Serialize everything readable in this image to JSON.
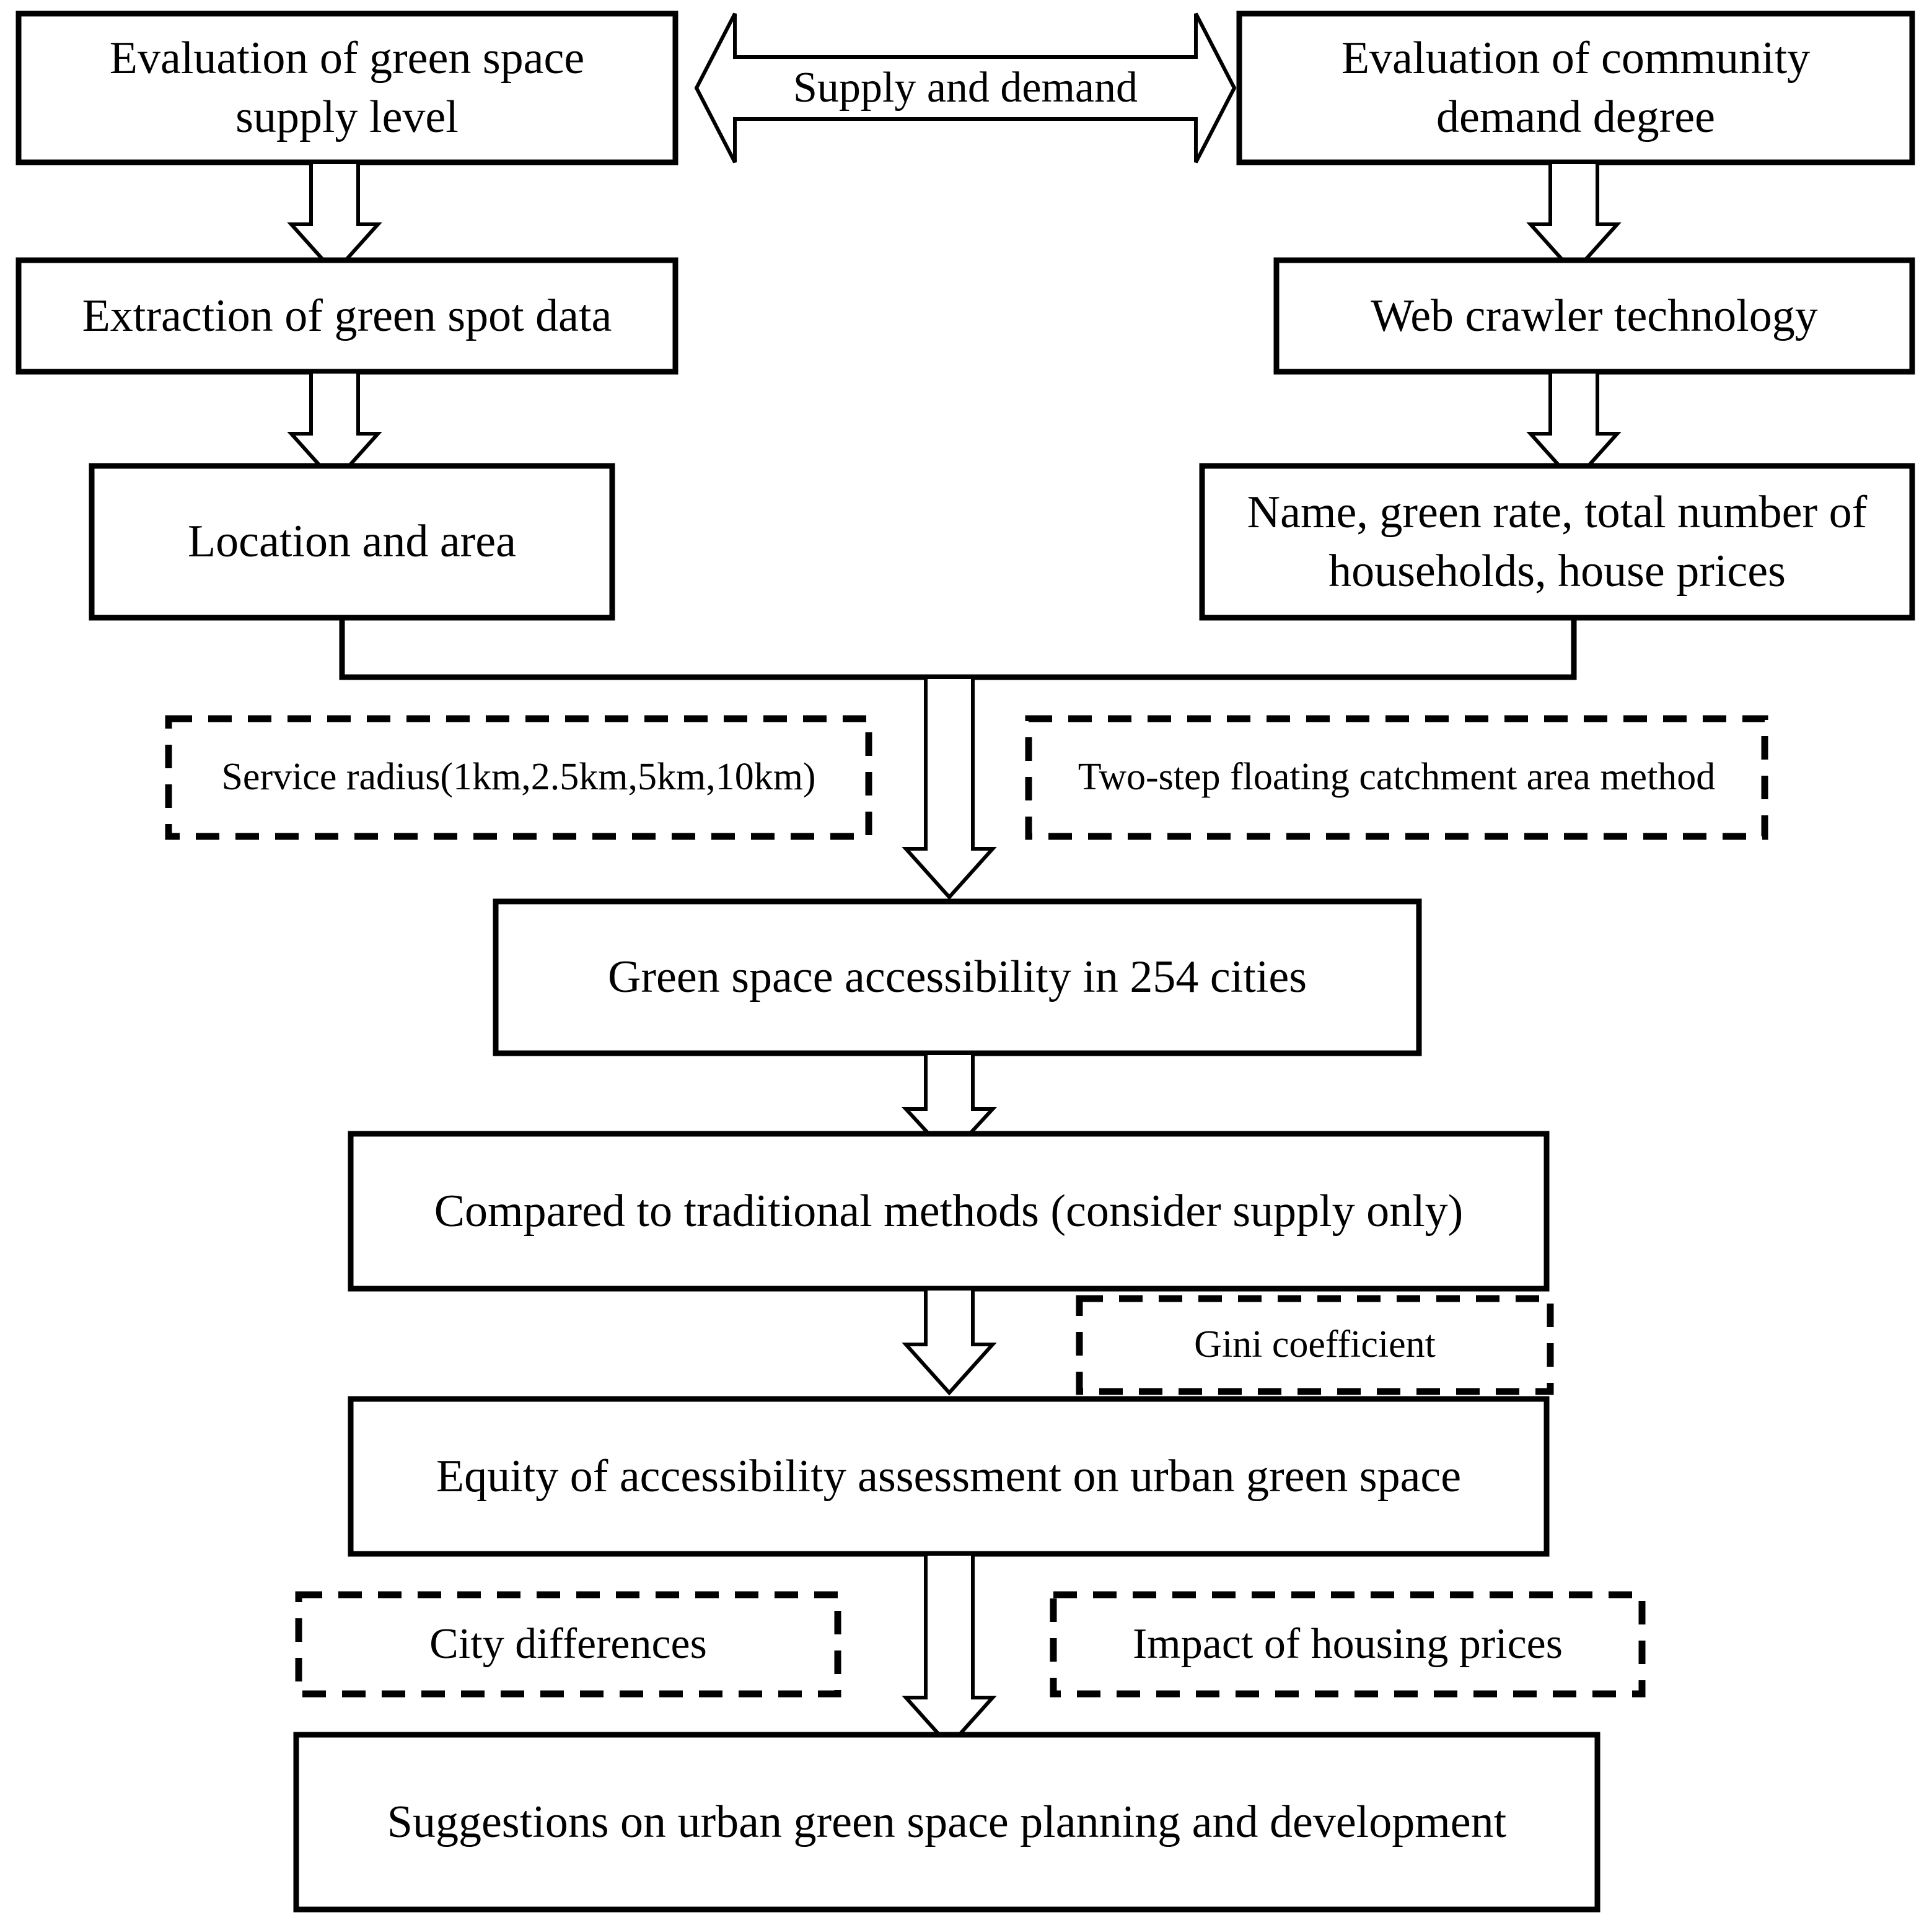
{
  "diagram": {
    "title": "Research framework flowchart for urban green space accessibility",
    "colors": {
      "stroke": "#000000",
      "fill": "#ffffff",
      "background": "#ffffff"
    },
    "nodes": {
      "supply_evaluation": "Evaluation of green space\nsupply level",
      "demand_evaluation": "Evaluation of community\ndemand degree",
      "supply_demand_link": "Supply and demand",
      "green_spot_extraction": "Extraction of green spot data",
      "web_crawler": "Web crawler technology",
      "location_area": "Location and area",
      "community_attributes": "Name, green rate, total number of\nhouseholds, house prices",
      "service_radius": "Service radius(1km,2.5km,5km,10km)",
      "two_step_method": "Two-step floating catchment area method",
      "accessibility_254": "Green space accessibility in 254 cities",
      "compared_traditional": "Compared to traditional methods (consider supply only)",
      "gini_coefficient": "Gini coefficient",
      "equity_assessment": "Equity of accessibility assessment on urban green space",
      "city_differences": "City differences",
      "housing_price_impact": "Impact of housing prices",
      "suggestions": "Suggestions on urban green space planning and development"
    }
  }
}
